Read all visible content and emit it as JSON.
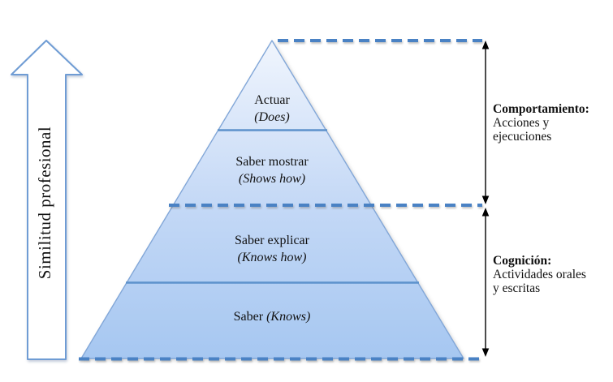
{
  "axis": {
    "label": "Similitud profesional"
  },
  "pyramid": {
    "levels": [
      {
        "title": "Actuar",
        "subtitle": "(Does)"
      },
      {
        "title": "Saber mostrar",
        "subtitle": "(Shows how)"
      },
      {
        "title": "Saber explicar",
        "subtitle": "(Knows how)"
      },
      {
        "title": "Saber",
        "subtitle": "(Knows)"
      }
    ]
  },
  "annotations": [
    {
      "heading": "Comportamiento:",
      "lines": [
        "Acciones y",
        "ejecuciones"
      ]
    },
    {
      "heading": "Cognición:",
      "lines": [
        "Actividades orales",
        "y escritas"
      ]
    }
  ],
  "colors": {
    "pyramid_top": "#eff4fd",
    "pyramid_mid": "#c5d9f6",
    "pyramid_bottom": "#a6c7f1",
    "pyramid_border": "#82a7d8",
    "divider_line": "#5d92cc",
    "dashed_line": "#4a82c4",
    "arrow_border": "#6f9cd4",
    "arrow_fill": "#ffffff",
    "bracket": "#000000",
    "text": "#111111"
  }
}
